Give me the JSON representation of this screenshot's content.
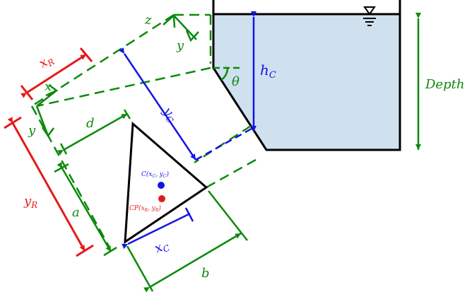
{
  "labels": {
    "x_R": "x",
    "x_R_sub": "R",
    "x_axis": "x",
    "y_axis": "y",
    "z_axis": "z",
    "y_axis_top": "y",
    "d": "d",
    "y_C": "y",
    "y_C_sub": "C",
    "theta": "θ",
    "h_C": "h",
    "h_C_sub": "C",
    "depth": "Depth",
    "y_R": "y",
    "y_R_sub": "R",
    "a": "a",
    "x_C": "x",
    "x_C_sub": "C",
    "b": "b",
    "centroid": "C(x",
    "centroid_sub1": "C",
    "centroid_mid": ", y",
    "centroid_sub2": "C",
    "centroid_end": ")",
    "cp": "CP(x",
    "cp_sub1": "R",
    "cp_mid": ", y",
    "cp_sub2": "R",
    "cp_end": ")"
  },
  "colors": {
    "water": "#cfe0ef",
    "green": "#0b8a0b",
    "red": "#e41a1a",
    "blue": "#1414e6",
    "black": "#000000"
  }
}
